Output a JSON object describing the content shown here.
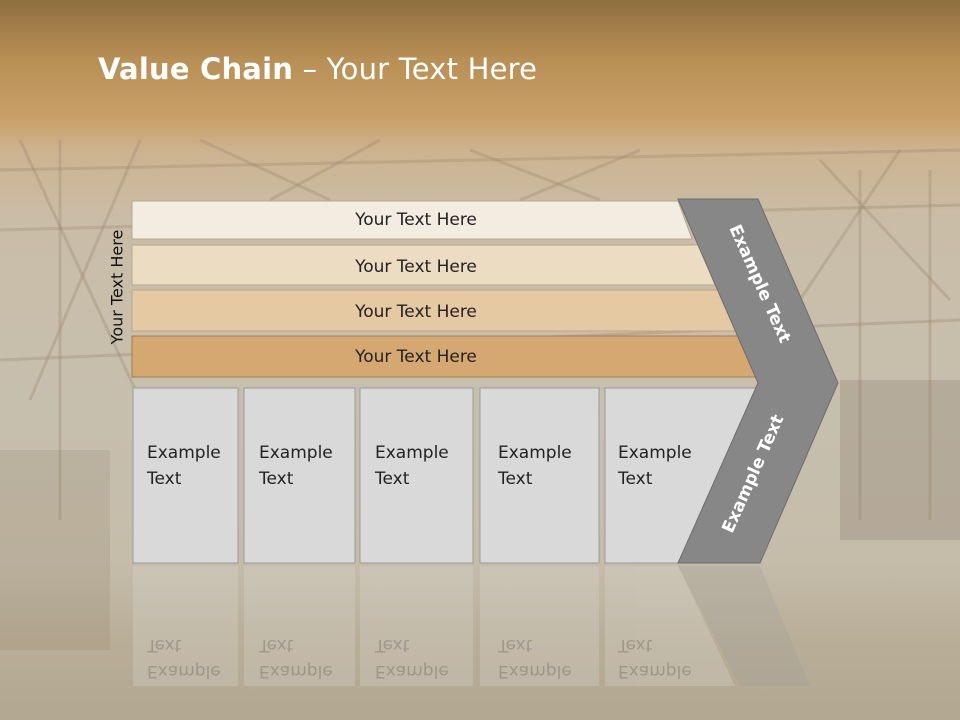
{
  "title": {
    "bold": "Value Chain",
    "rest": " – Your Text Here"
  },
  "side_label": "Your Text Here",
  "bars": [
    "Your Text Here",
    "Your Text Here",
    "Your Text Here",
    "Your Text Here"
  ],
  "boxes": [
    "Example\nText",
    "Example\nText",
    "Example\nText",
    "Example\nText",
    "Example\nText"
  ],
  "chevron": {
    "top_label": "Example Text",
    "bottom_label": "Example Text"
  },
  "colors": {
    "bar1": "#f3ece0",
    "bar2": "#ecdcc2",
    "bar3": "#e4c9a3",
    "bar4": "#d4a870",
    "box": "#d9d9d9",
    "chevron": "#878787"
  }
}
